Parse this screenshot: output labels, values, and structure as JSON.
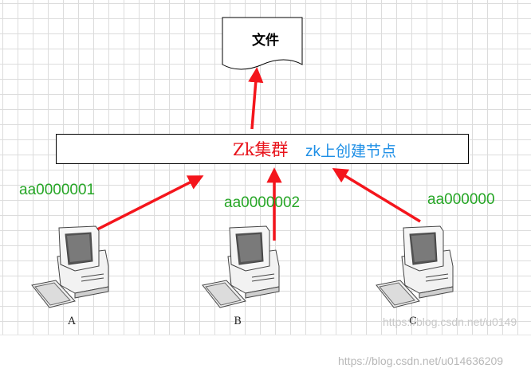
{
  "document": {
    "label": "文件"
  },
  "cluster": {
    "title": "Zk集群",
    "note": "zk上创建节点"
  },
  "nodes": [
    {
      "id": "A",
      "letter": "A",
      "label": "aa0000001"
    },
    {
      "id": "B",
      "letter": "B",
      "label": "aa0000002"
    },
    {
      "id": "C",
      "letter": "C",
      "label": "aa000000"
    }
  ],
  "watermarks": {
    "inner": "https://blog.csdn.net/u0149",
    "footer": "https://blog.csdn.net/u014636209"
  },
  "colors": {
    "arrow": "#f4151c",
    "cluster_title": "#e8141c",
    "cluster_note": "#1e8fe6",
    "node_label": "#26a626"
  },
  "icons": [
    "document-shape",
    "desktop-computer-icon"
  ]
}
